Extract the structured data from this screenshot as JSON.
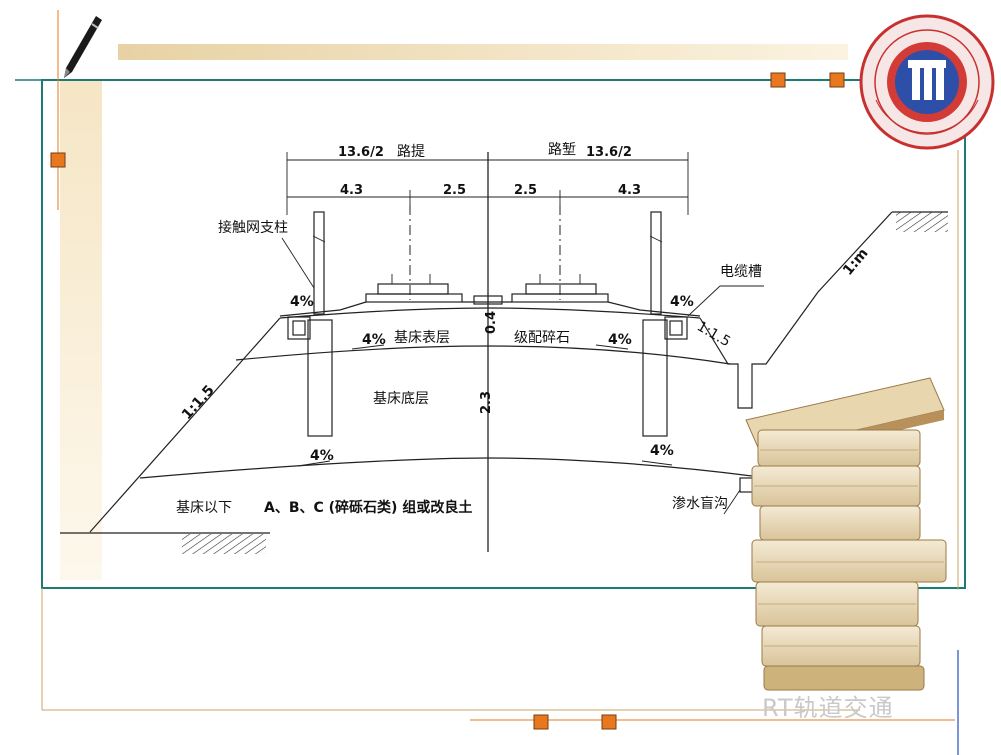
{
  "diagram": {
    "top_dim_left": "13.6/2",
    "top_label_left": "路提",
    "top_label_right": "路堑",
    "top_dim_right": "13.6/2",
    "dims": [
      "4.3",
      "2.5",
      "2.5",
      "4.3"
    ],
    "depth_upper": "0.4",
    "depth_lower": "2.3",
    "labels": {
      "catenary_pole": "接触网支柱",
      "cable_trough": "电缆槽",
      "bed_surface": "基床表层",
      "graded_gravel": "级配碎石",
      "bed_bottom": "基床底层",
      "below_bed": "基床以下",
      "fill_material": "A、B、C (碎砾石类) 组或改良土",
      "seepage_ditch": "渗水盲沟"
    },
    "slopes": {
      "embankment": "1:1.5",
      "cut_lower": "1:1.5",
      "cut_upper": "1:m"
    },
    "grades": [
      "4%",
      "4%",
      "4%",
      "4%",
      "4%",
      "4%"
    ]
  },
  "watermark": "RT轨道交通",
  "colors": {
    "frame_teal": "#1c7c73",
    "accent_orange": "#e8781e",
    "cream": "#f5e6c6",
    "tan": "#c9a66a"
  }
}
